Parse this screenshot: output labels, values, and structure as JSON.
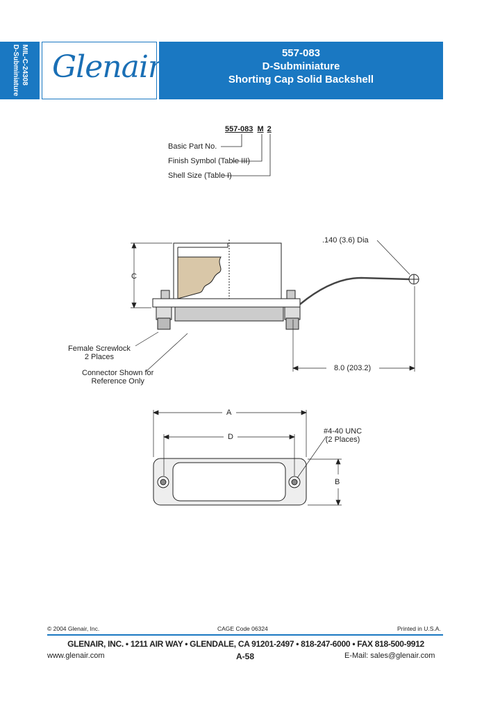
{
  "sidebar": {
    "line1": "MIL-C-24308",
    "line2": "D-Subminiature"
  },
  "logo": {
    "name": "Glenair",
    "registered": "®"
  },
  "header": {
    "part_number": "557-083",
    "line2": "D-Subminiature",
    "line3": "Shorting Cap Solid Backshell"
  },
  "part_breakdown": {
    "code_base": "557-083",
    "code_finish": "M",
    "code_size": "2",
    "labels": [
      "Basic Part No.",
      "Finish Symbol (Table III)",
      "Shell Size (Table I)"
    ]
  },
  "side_view": {
    "dim_c": "C",
    "hole_dia": ".140 (3.6) Dia",
    "length": "8.0 (203.2)",
    "screwlock_label_1": "Female Screwlock",
    "screwlock_label_2": "2 Places",
    "connector_label_1": "Connector Shown for",
    "connector_label_2": "Reference Only"
  },
  "top_view": {
    "dim_a": "A",
    "dim_d": "D",
    "dim_b": "B",
    "thread_1": "#4-40 UNC",
    "thread_2": "(2 Places)"
  },
  "footer": {
    "copyright": "© 2004 Glenair, Inc.",
    "cage": "CAGE Code 06324",
    "printed": "Printed in U.S.A.",
    "address": "GLENAIR, INC. • 1211 AIR WAY • GLENDALE, CA 91201-2497 • 818-247-6000 • FAX 818-500-9912",
    "website": "www.glenair.com",
    "page": "A-58",
    "email": "E-Mail: sales@glenair.com"
  },
  "colors": {
    "brand_blue": "#1a78c2"
  }
}
